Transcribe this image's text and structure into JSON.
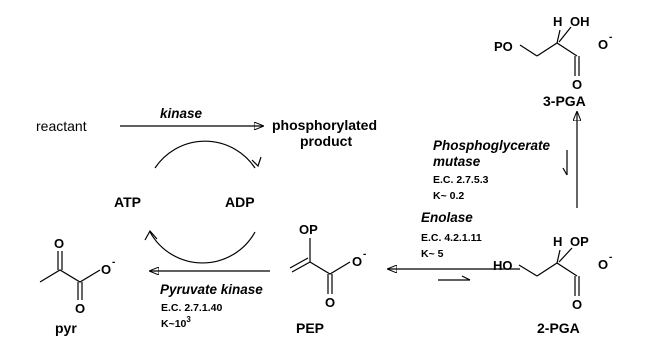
{
  "reactant": "reactant",
  "kinase": "kinase",
  "product_line1": "phosphorylated",
  "product_line2": "product",
  "atp": "ATP",
  "adp": "ADP",
  "pk": {
    "name": "Pyruvate kinase",
    "ec": "E.C. 2.7.1.40",
    "k_base": "K~10",
    "k_exp": "3"
  },
  "enolase": {
    "name": "Enolase",
    "ec": "E.C. 4.2.1.11",
    "k": "K~ 5"
  },
  "pgm": {
    "name1": "Phosphoglycerate",
    "name2": "mutase",
    "ec": "E.C. 2.7.5.3",
    "k": "K~ 0.2"
  },
  "pyr": "pyr",
  "pep": "PEP",
  "pga2": "2-PGA",
  "pga3": "3-PGA",
  "atoms": {
    "O": "O",
    "OP": "OP",
    "PO": "PO",
    "HO": "HO",
    "H": "H",
    "OH": "OH",
    "minus": "-"
  }
}
